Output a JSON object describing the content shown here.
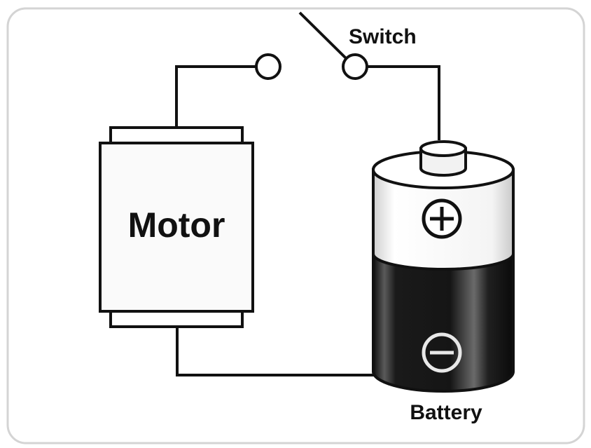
{
  "labels": {
    "switch": "Switch",
    "motor": "Motor",
    "battery": "Battery"
  },
  "symbols": {
    "positive": "+",
    "negative": "−"
  },
  "icons": {
    "positive_terminal": "plus-circle-icon",
    "negative_terminal": "minus-circle-icon"
  },
  "colors": {
    "line": "#111111",
    "frame": "#d4d4d4",
    "battery_dark": "#1a1a1a",
    "battery_light": "#f6f6f6",
    "motor_fill": "#fafafa"
  }
}
